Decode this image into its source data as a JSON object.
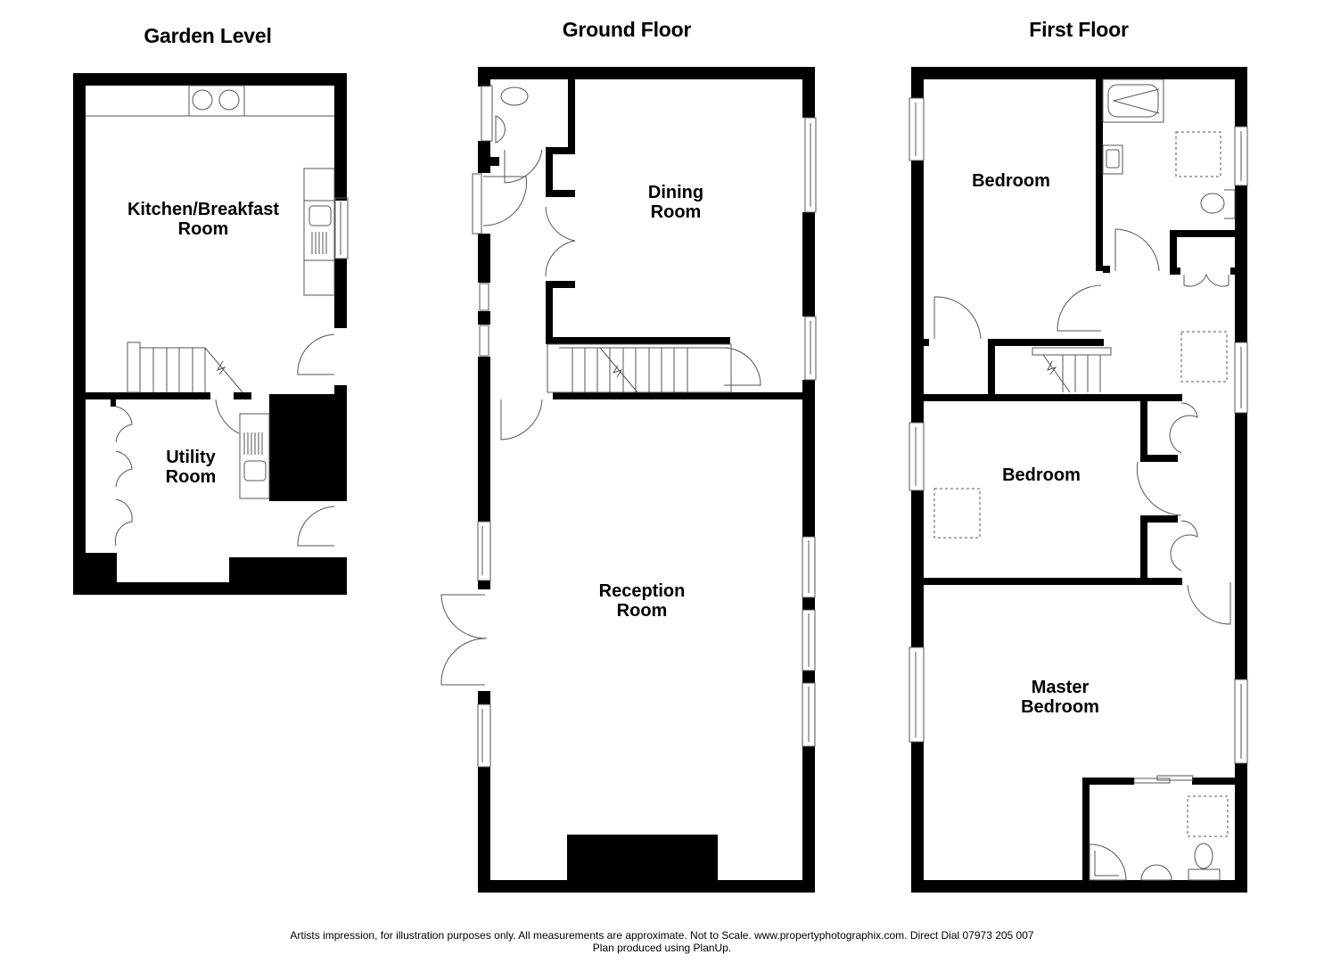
{
  "floors": [
    {
      "title": "Garden Level",
      "rooms": [
        {
          "line1": "Kitchen/Breakfast",
          "line2": "Room"
        },
        {
          "line1": "Utility",
          "line2": "Room"
        }
      ]
    },
    {
      "title": "Ground Floor",
      "rooms": [
        {
          "line1": "Dining",
          "line2": "Room"
        },
        {
          "line1": "Reception",
          "line2": "Room"
        }
      ]
    },
    {
      "title": "First Floor",
      "rooms": [
        {
          "line1": "Bedroom",
          "line2": ""
        },
        {
          "line1": "Bedroom",
          "line2": ""
        },
        {
          "line1": "Master",
          "line2": "Bedroom"
        }
      ]
    }
  ],
  "footer": {
    "line1": "Artists impression, for illustration purposes only. All measurements are approximate. Not to Scale. www.propertyphotographix.com. Direct Dial 07973 205 007",
    "line2": "Plan produced using PlanUp."
  },
  "colors": {
    "wall": "#000000",
    "fixture_line": "#555555",
    "background": "#ffffff"
  }
}
